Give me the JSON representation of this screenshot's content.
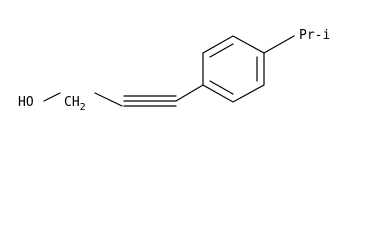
{
  "molecule": {
    "hydroxyl_label": "HO",
    "ch2_label": "CH2",
    "substituent_label": "Pr-i",
    "line_color": "#000000"
  }
}
